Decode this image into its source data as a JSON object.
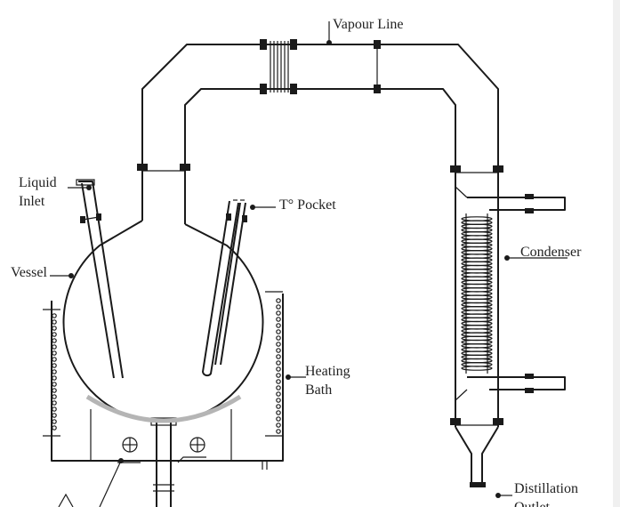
{
  "labels": {
    "vapour_line": "Vapour Line",
    "liquid_inlet_1": "Liquid",
    "liquid_inlet_2": "Inlet",
    "t_pocket": "T° Pocket",
    "vessel": "Vessel",
    "condenser": "Condenser",
    "heating_bath_1": "Heating",
    "heating_bath_2": "Bath",
    "distillation_outlet_1": "Distillation",
    "distillation_outlet_2": "Outlet"
  }
}
